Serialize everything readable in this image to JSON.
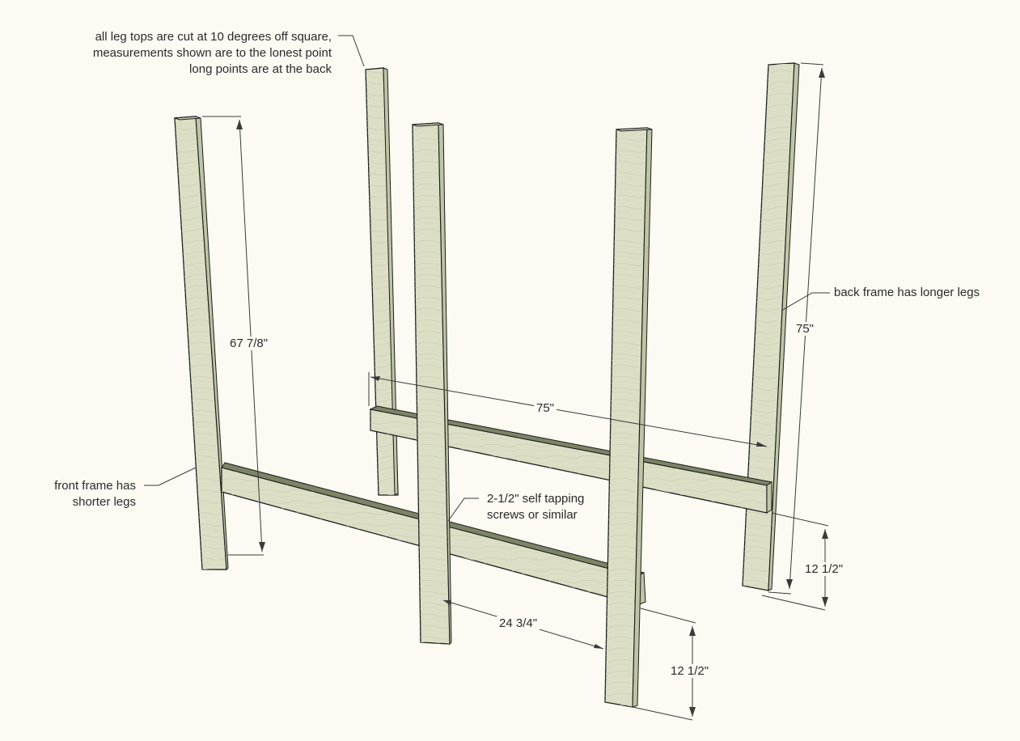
{
  "notes": {
    "leg_tops": "all leg tops are cut at 10 degrees off square,\nmeasurements shown are to the lonest point\nlong points are at the back",
    "back_frame": "back frame has longer legs",
    "front_frame": "front frame has\nshorter legs",
    "screws": "2-1/2\" self tapping\nscrews or similar"
  },
  "dimensions": {
    "front_leg_height": "67 7/8\"",
    "back_leg_height": "75\"",
    "back_rail_length": "75\"",
    "front_leg_spacing": "24 3/4\"",
    "front_rail_height": "12 1/2\"",
    "back_rail_height": "12 1/2\""
  },
  "colors": {
    "wood": "#dcdfc6",
    "wood_side": "#bfc4a4",
    "wood_top": "#cfd3b6",
    "rail_top": "#7d8466",
    "outline": "#1c1c1c",
    "background": "#fcfaf3"
  }
}
